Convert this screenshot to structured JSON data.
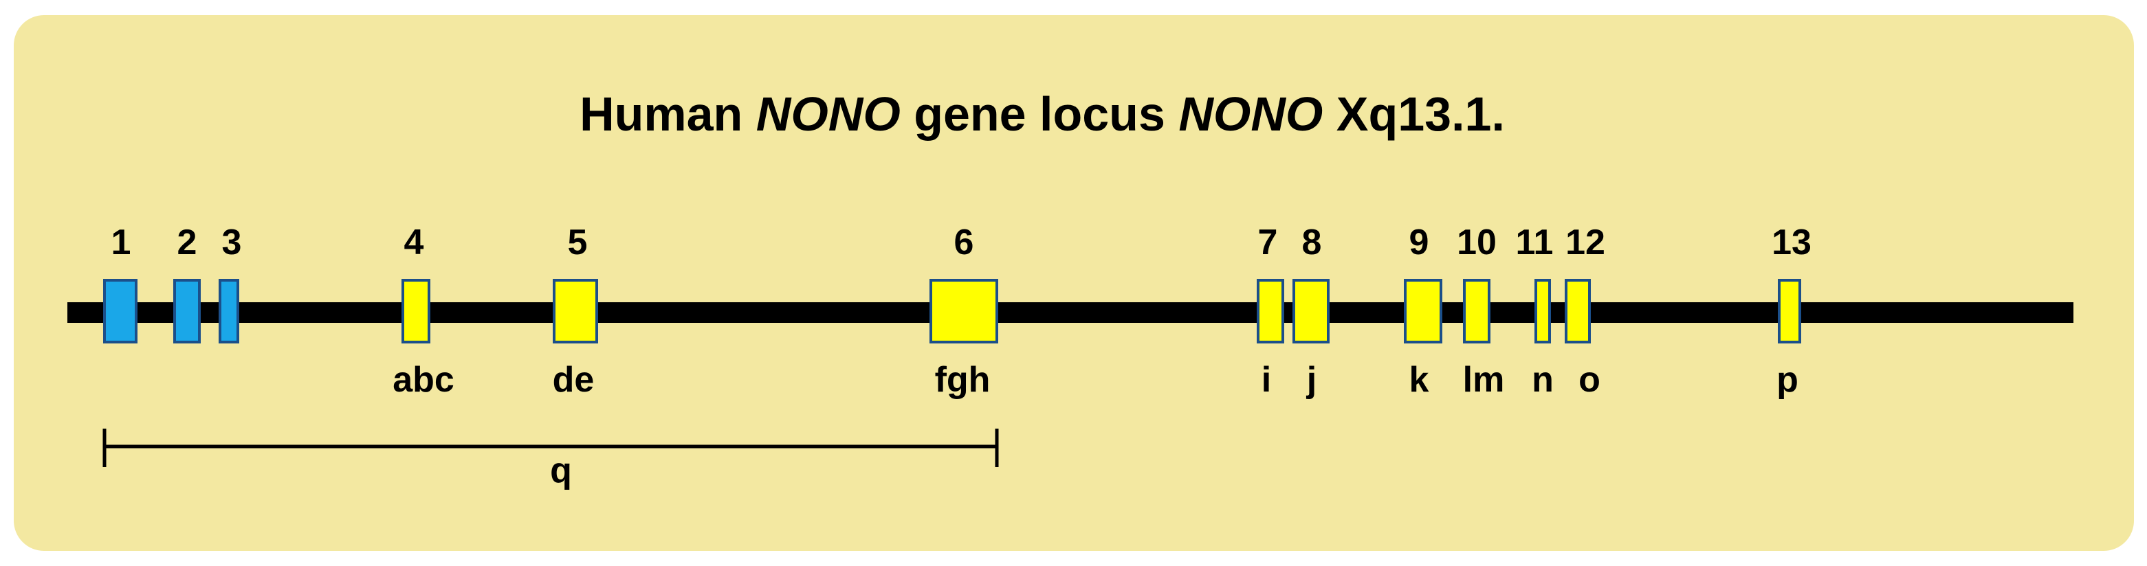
{
  "title": {
    "part1": "Human ",
    "gene1": "NONO",
    "part2": " gene locus ",
    "gene2": "NONO",
    "part3": " Xq13.1."
  },
  "colors": {
    "panel": "#f3e8a1",
    "chromosome_line": "#000000",
    "exon_blue": "#1aa7e8",
    "exon_yellow": "#ffff00",
    "exon_border": "#1b4f8a",
    "text": "#000000"
  },
  "exons": [
    {
      "number": "1",
      "color": "blue"
    },
    {
      "number": "2",
      "color": "blue"
    },
    {
      "number": "3",
      "color": "blue"
    },
    {
      "number": "4",
      "color": "yellow"
    },
    {
      "number": "5",
      "color": "yellow"
    },
    {
      "number": "6",
      "color": "yellow"
    },
    {
      "number": "7",
      "color": "yellow"
    },
    {
      "number": "8",
      "color": "yellow"
    },
    {
      "number": "9",
      "color": "yellow"
    },
    {
      "number": "10",
      "color": "yellow"
    },
    {
      "number": "11",
      "color": "yellow"
    },
    {
      "number": "12",
      "color": "yellow"
    },
    {
      "number": "13",
      "color": "yellow"
    }
  ],
  "region_labels": [
    "abc",
    "de",
    "fgh",
    "i",
    "j",
    "k",
    "lm",
    "n",
    "o",
    "p"
  ],
  "bracket_label": "q"
}
